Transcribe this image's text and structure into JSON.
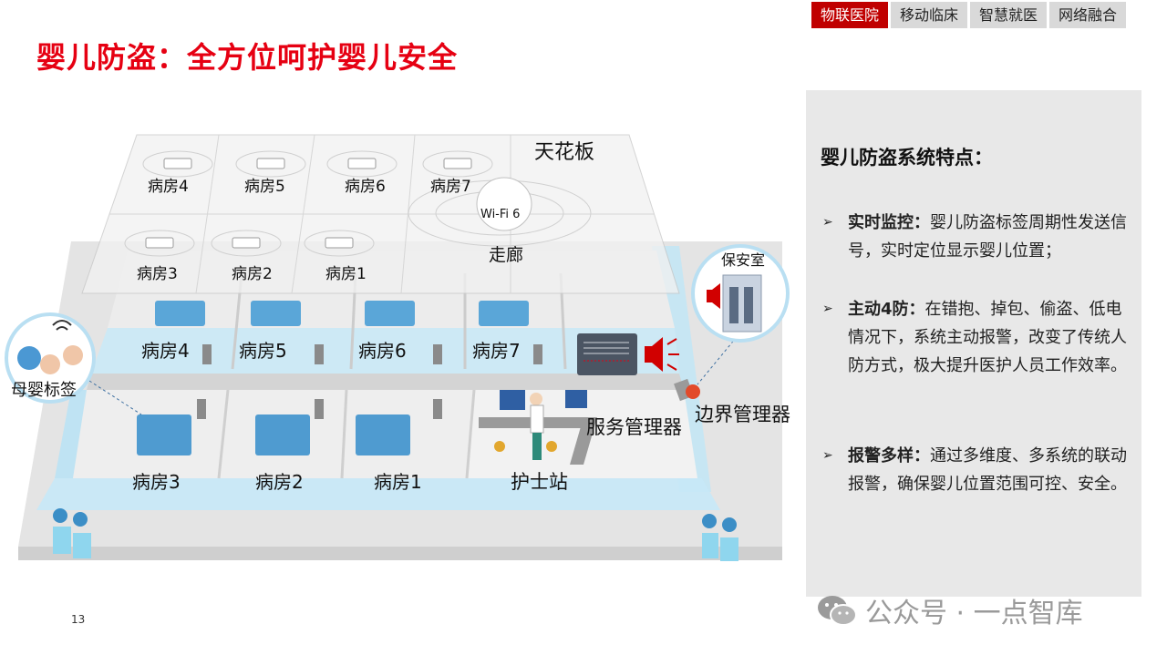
{
  "tabs": [
    "物联医院",
    "移动临床",
    "智慧就医",
    "网络融合"
  ],
  "title": "婴儿防盗：全方位呵护婴儿安全",
  "page_number": "13",
  "diagram": {
    "ceiling": "天花板",
    "corridor": "走廊",
    "wifi": "Wi-Fi 6",
    "ceiling_rooms": [
      "病房4",
      "病房5",
      "病房6",
      "病房7",
      "病房3",
      "病房2",
      "病房1"
    ],
    "back_rooms": [
      "病房4",
      "病房5",
      "病房6",
      "病房7"
    ],
    "front_rooms": [
      "病房3",
      "病房2",
      "病房1"
    ],
    "nurse_station": "护士站",
    "service_manager": "服务管理器",
    "boundary_manager": "边界管理器",
    "security_room": "保安室",
    "mother_baby_tag": "母婴标签"
  },
  "panel": {
    "title": "婴儿防盗系统特点：",
    "features": [
      {
        "key": "实时监控：",
        "text": "婴儿防盗标签周期性发送信号，实时定位显示婴儿位置；"
      },
      {
        "key": "主动4防：",
        "text": "在错抱、掉包、偷盗、低电情况下，系统主动报警，改变了传统人防方式，极大提升医护人员工作效率。"
      },
      {
        "key": "报警多样：",
        "text": "通过多维度、多系统的联动报警，确保婴儿位置范围可控、安全。"
      }
    ]
  },
  "watermark": "公众号 · 一点智库",
  "colors": {
    "accent": "#e60012",
    "tab_active": "#c00000",
    "panel_bg": "#e8e8e8"
  }
}
